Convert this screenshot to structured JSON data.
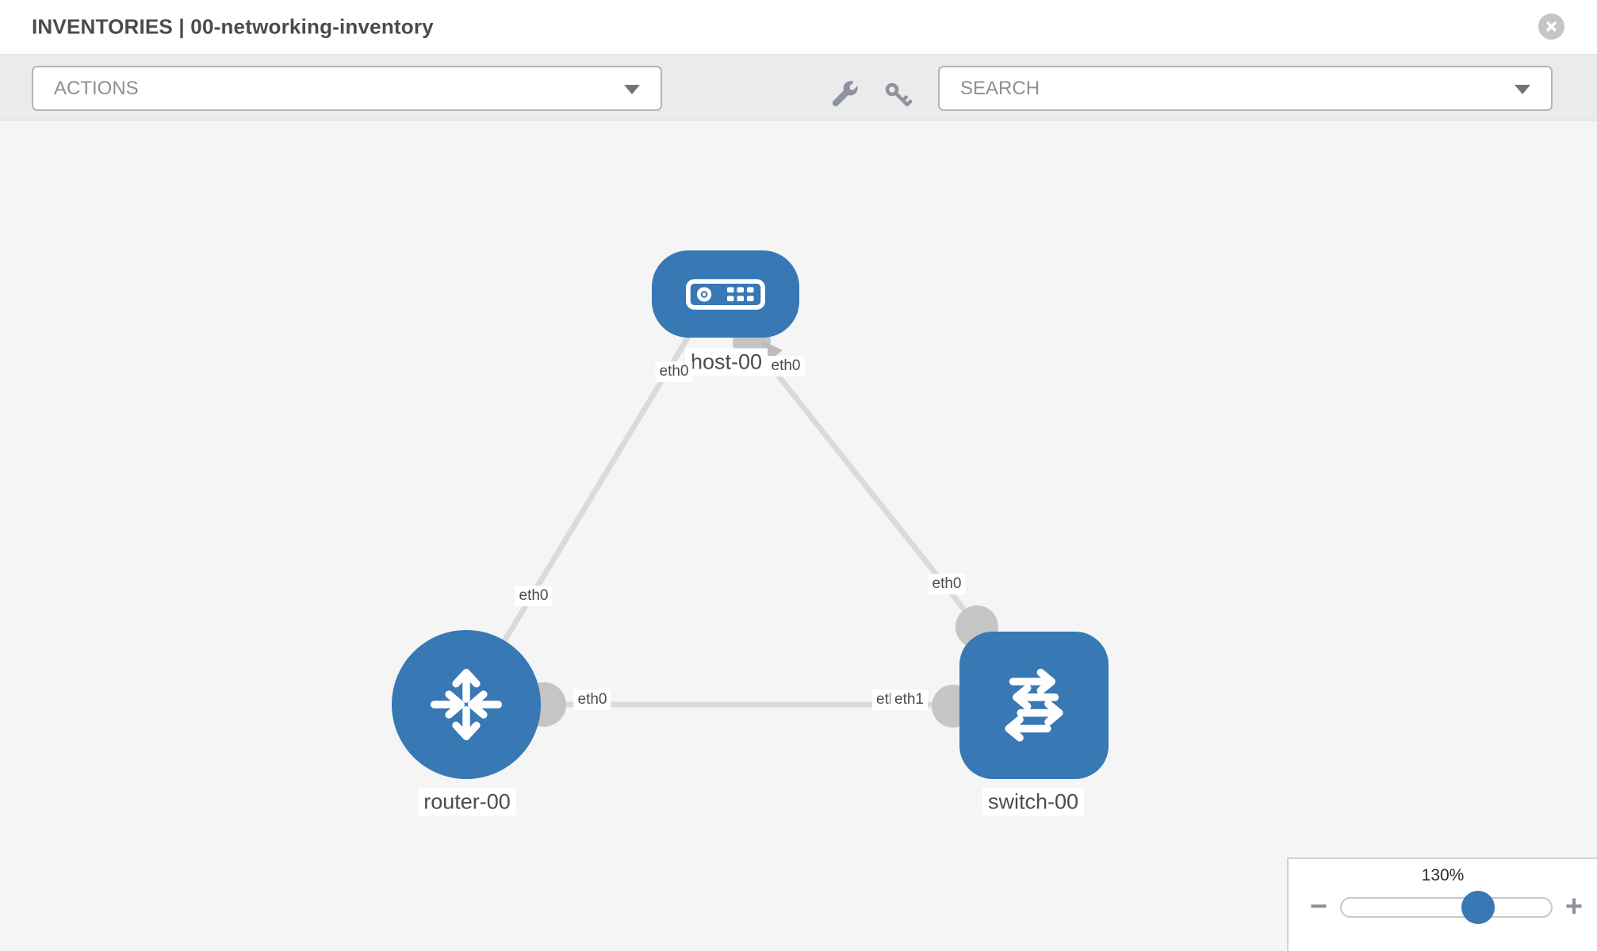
{
  "header": {
    "title": "INVENTORIES | 00-networking-inventory"
  },
  "toolbar": {
    "actions_dropdown": {
      "label": "ACTIONS"
    },
    "wrench_tool": {
      "icon": "wrench"
    },
    "key_tool": {
      "icon": "key"
    },
    "search_dropdown": {
      "placeholder": "SEARCH"
    }
  },
  "topology": {
    "nodes": [
      {
        "id": "host-00",
        "type": "host",
        "label": "host-00"
      },
      {
        "id": "router-00",
        "type": "router",
        "label": "router-00"
      },
      {
        "id": "switch-00",
        "type": "switch",
        "label": "switch-00"
      }
    ],
    "links": [
      {
        "source": "host-00",
        "target": "router-00",
        "source_iface": "eth0",
        "target_iface": "eth0"
      },
      {
        "source": "host-00",
        "target": "switch-00",
        "source_iface": "eth0",
        "target_iface": "eth0"
      },
      {
        "source": "router-00",
        "target": "switch-00",
        "source_iface": "eth0",
        "target_iface": "eth0",
        "target_iface_2": "eth1"
      }
    ]
  },
  "zoom_control": {
    "value": "130%",
    "zoom_out": "−",
    "zoom_in": "+"
  },
  "colors": {
    "node_blue": "#3778b5",
    "link_gray": "#dadada",
    "port_gray": "#c5c5c5",
    "canvas_bg": "#f5f5f5",
    "toolbar_bg": "#ebebeb"
  }
}
